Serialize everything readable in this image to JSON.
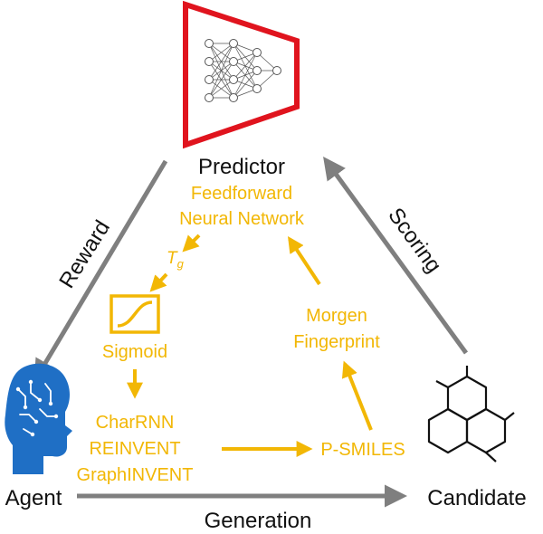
{
  "labels": {
    "predictor": "Predictor",
    "agent": "Agent",
    "candidate": "Candidate",
    "reward": "Reward",
    "scoring": "Scoring",
    "generation": "Generation"
  },
  "pipeline": {
    "feedforward_line1": "Feedforward",
    "feedforward_line2": "Neural Network",
    "tg_symbol": "T",
    "tg_subscript": "g",
    "sigmoid": "Sigmoid",
    "models": [
      "CharRNN",
      "REINVENT",
      "GraphINVENT"
    ],
    "psmiles": "P-SMILES",
    "morgen_line1": "Morgen",
    "morgen_line2": "Fingerprint"
  },
  "icons": {
    "predictor": "neural-network-icon",
    "agent": "brain-head-icon",
    "candidate": "molecule-icon",
    "sigmoid": "sigmoid-curve-icon"
  },
  "colors": {
    "black": "#111111",
    "gray_arrow": "#7f7f7f",
    "gold": "#f2b705",
    "red": "#e0141e",
    "blue": "#1f6fc5"
  }
}
